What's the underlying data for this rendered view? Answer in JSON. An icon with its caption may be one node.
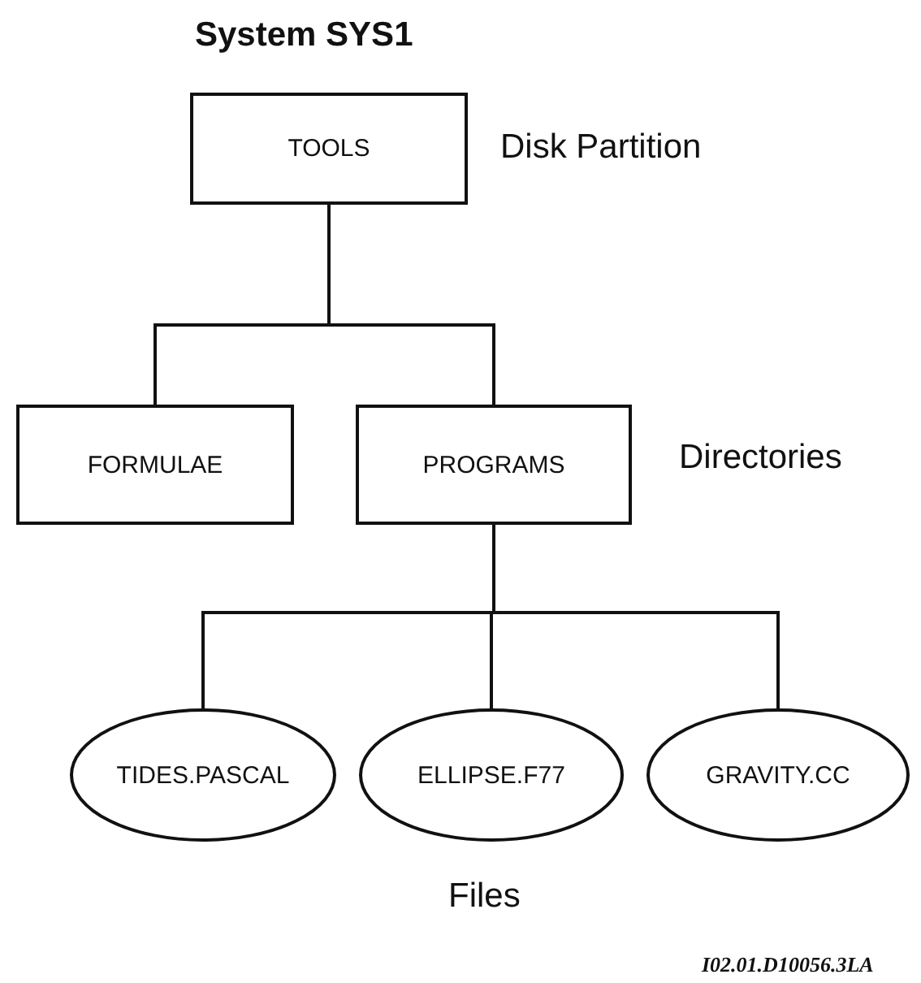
{
  "diagram": {
    "title": "System SYS1",
    "nodes": [
      {
        "text": [
          "TOOLS"
        ]
      },
      {
        "text": [
          "FORMULAE"
        ]
      },
      {
        "text": [
          "PROGRAMS"
        ]
      },
      {
        "text": [
          "TIDES.PASCAL"
        ]
      },
      {
        "text": [
          "ELLIPSE.F77"
        ]
      },
      {
        "text": [
          "GRAVITY.CC"
        ]
      }
    ],
    "edges": [
      {
        "from": 0,
        "to": 1,
        "arrow": "none"
      },
      {
        "from": 0,
        "to": 2,
        "arrow": "none"
      },
      {
        "from": 2,
        "to": 3,
        "arrow": "none"
      },
      {
        "from": 2,
        "to": 4,
        "arrow": "none"
      },
      {
        "from": 2,
        "to": 5,
        "arrow": "none"
      }
    ],
    "labels": [
      "Disk Partition",
      "Directories",
      "Files",
      "I02.01.D10056.3LA"
    ]
  }
}
